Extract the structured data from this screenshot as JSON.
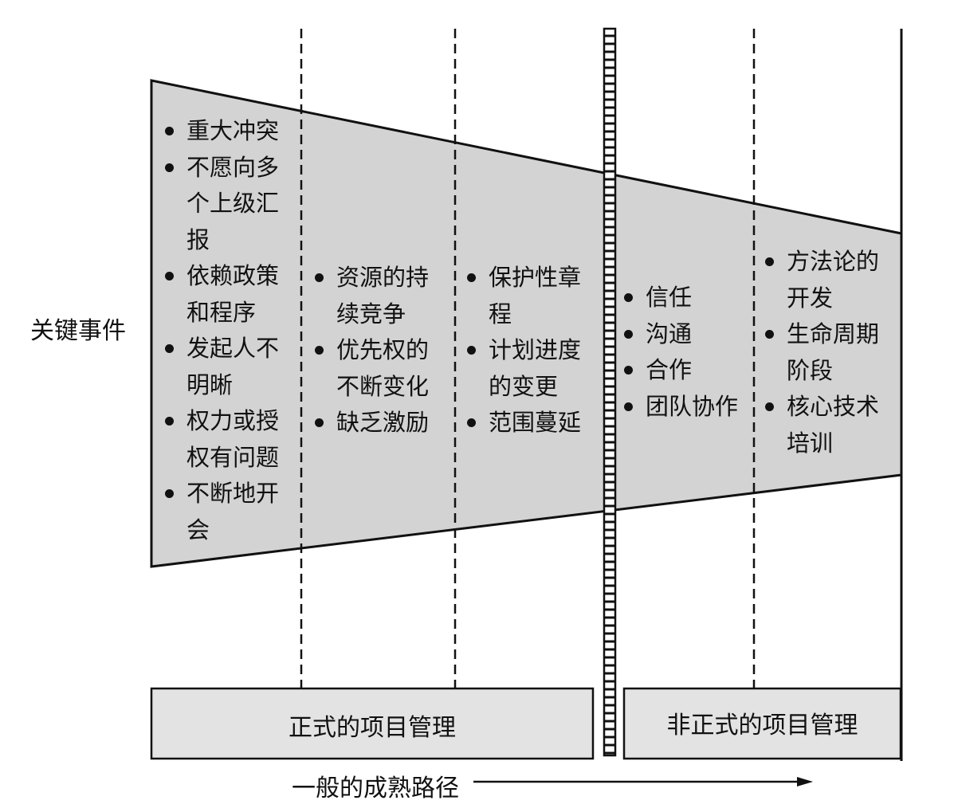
{
  "side_label": "关键事件",
  "columns": [
    {
      "items": [
        "重大冲突",
        "不愿向多个上级汇报",
        "依赖政策和程序",
        "发起人不明晰",
        "权力或授权有问题",
        "不断地开会"
      ]
    },
    {
      "items": [
        "资源的持续竞争",
        "优先权的不断变化",
        "缺乏激励"
      ]
    },
    {
      "items": [
        "保护性章程",
        "计划进度的变更",
        "范围蔓延"
      ]
    },
    {
      "items": [
        "信任",
        "沟通",
        "合作",
        "团队协作"
      ]
    },
    {
      "items": [
        "方法论的开发",
        "生命周期阶段",
        "核心技术培训"
      ]
    }
  ],
  "boxes": {
    "formal": "正式的项目管理",
    "informal": "非正式的项目管理"
  },
  "path_label": "一般的成熟路径",
  "colors": {
    "funnel_fill": "#d3d3d3",
    "box_fill": "#e3e3e3",
    "line": "#111111"
  }
}
